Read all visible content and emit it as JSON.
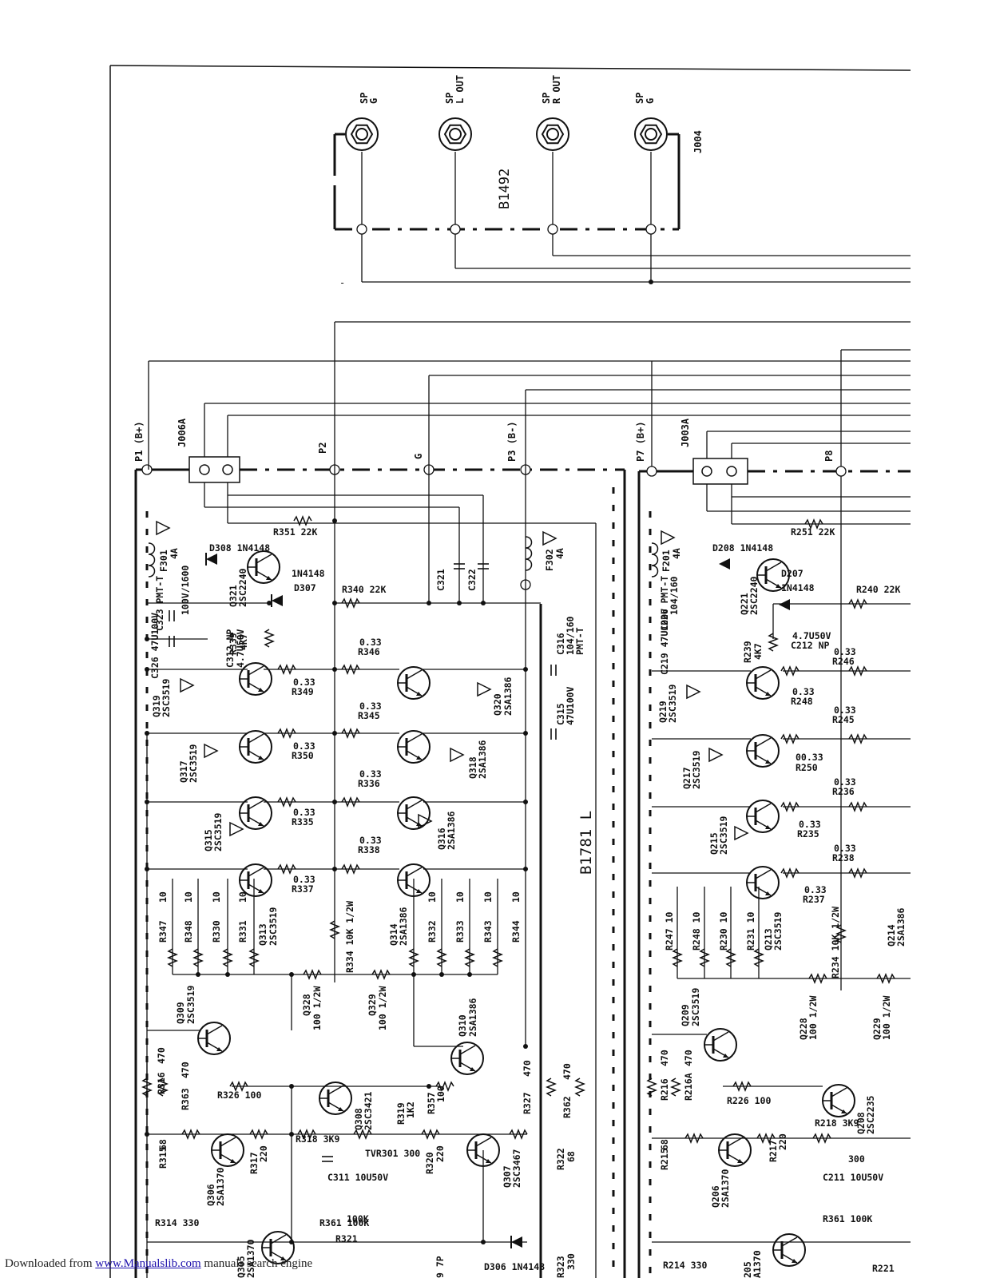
{
  "footer": {
    "prefix": "Downloaded from",
    "link": "www.Manualslib.com",
    "suffix": "manuals search engine"
  },
  "speaker_terminals": [
    {
      "line1": "SP",
      "line2": "G"
    },
    {
      "line1": "SP",
      "line2": "L OUT"
    },
    {
      "line1": "SP",
      "line2": "R OUT"
    },
    {
      "line1": "SP",
      "line2": "G"
    }
  ],
  "jack_label": "J004",
  "speaker_board": "B1492",
  "amp_board": "B1781 L",
  "connectors": [
    "J006A",
    "J003A"
  ],
  "nodes": [
    "P1 (B+)",
    "P2",
    "G",
    "P3 (B-)",
    "P7 (B+)",
    "P8"
  ],
  "left_channel": {
    "fuses": [
      {
        "ref": "F301",
        "value": "4A"
      },
      {
        "ref": "F302",
        "value": "4A"
      }
    ],
    "caps": [
      "C323 PMT-T",
      "100V/1600",
      "C326 47U100V",
      "C312 NP",
      "4.7U50V",
      "C316",
      "104/160",
      "PMT-T",
      "C315",
      "47U100V",
      "C321",
      "C322",
      "C311 10U50V"
    ],
    "diodes": [
      "D308 1N4148",
      "D307",
      "1N4148",
      "D306 1N4148"
    ],
    "drivers": [
      {
        "ref": "Q321",
        "part": "2SC2240"
      },
      {
        "ref": "Q309",
        "part": "2SC3519"
      },
      {
        "ref": "Q310",
        "part": "2SA1386"
      },
      {
        "ref": "Q308",
        "part": "2SC3421"
      },
      {
        "ref": "Q306",
        "part": "2SA1370"
      },
      {
        "ref": "Q307",
        "part": "2SC3467"
      },
      {
        "ref": "Q305",
        "part": "2SA1370"
      }
    ],
    "npn_outputs": [
      {
        "ref": "Q319",
        "part": "2SC3519"
      },
      {
        "ref": "Q317",
        "part": "2SC3519"
      },
      {
        "ref": "Q315",
        "part": "2SC3519"
      },
      {
        "ref": "Q313",
        "part": "2SC3519"
      }
    ],
    "pnp_outputs": [
      {
        "ref": "Q320",
        "part": "2SA1386"
      },
      {
        "ref": "Q318",
        "part": "2SA1386"
      },
      {
        "ref": "Q316",
        "part": "2SA1386"
      },
      {
        "ref": "Q314",
        "part": "2SA1386"
      }
    ],
    "emitter_resistors": [
      {
        "ref": "R349",
        "value": "0.33"
      },
      {
        "ref": "R346",
        "value": "0.33"
      },
      {
        "ref": "R350",
        "value": "0.33"
      },
      {
        "ref": "R345",
        "value": "0.33"
      },
      {
        "ref": "R335",
        "value": "0.33"
      },
      {
        "ref": "R336",
        "value": "0.33"
      },
      {
        "ref": "R337",
        "value": "0.33"
      },
      {
        "ref": "R338",
        "value": "0.33"
      }
    ],
    "base_resistors": [
      {
        "ref": "R347",
        "value": "10"
      },
      {
        "ref": "R348",
        "value": "10"
      },
      {
        "ref": "R330",
        "value": "10"
      },
      {
        "ref": "R331",
        "value": "10"
      },
      {
        "ref": "R332",
        "value": "10"
      },
      {
        "ref": "R333",
        "value": "10"
      },
      {
        "ref": "R343",
        "value": "10"
      },
      {
        "ref": "R344",
        "value": "10"
      }
    ],
    "misc": [
      "R351 22K",
      "R340 22K",
      "R339",
      "4K7",
      "R334 10K 1/2W",
      "Q328",
      "100 1/2W",
      "Q329",
      "100 1/2W",
      "R316",
      "470",
      "R363",
      "470",
      "R326 100",
      "R357",
      "100",
      "R327",
      "470",
      "R362",
      "470",
      "R315",
      "68",
      "R317",
      "220",
      "R318 3K9",
      "R319",
      "1K2",
      "TVR301 300",
      "R320",
      "220",
      "R322",
      "68",
      "R361 100K",
      "R314 330",
      "R321",
      "100K",
      "R323",
      "330",
      "9 7P"
    ]
  },
  "right_channel": {
    "fuse": {
      "ref": "F201",
      "value": "4A"
    },
    "labels": [
      "C226 PMT-T",
      "104/160",
      "D208 1N4148",
      "Q221",
      "2SC2240",
      "D207",
      "1N4148",
      "R251 22K",
      "R240 22K",
      "C219 47U100V",
      "R239",
      "4K7",
      "C212 NP",
      "4.7U50V",
      "R246",
      "0.33",
      "Q219",
      "2SC3519",
      "R248",
      "0.33",
      "R245",
      "0.33",
      "Q217",
      "2SC3519",
      "R250",
      "00.33",
      "R236",
      "0.33",
      "Q215",
      "2SC3519",
      "R235",
      "0.33",
      "R238",
      "0.33",
      "R237",
      "0.33",
      "R247 10",
      "R248 10",
      "R230 10",
      "R231 10",
      "Q213",
      "2SC3519",
      "R234 10K 1/2W",
      "Q214",
      "2SA1386",
      "Q209",
      "2SC3519",
      "Q228",
      "100 1/2W",
      "Q229",
      "100 1/2W",
      "R216",
      "470",
      "R216A",
      "470",
      "R226 100",
      "Q208",
      "2SC2235",
      "R215",
      "68",
      "R217",
      "220",
      "R218 3K9",
      "300",
      "C211 10U50V",
      "R361 100K",
      "Q206",
      "2SA1370",
      "R214 330",
      "205",
      "A1370",
      "R221"
    ]
  }
}
